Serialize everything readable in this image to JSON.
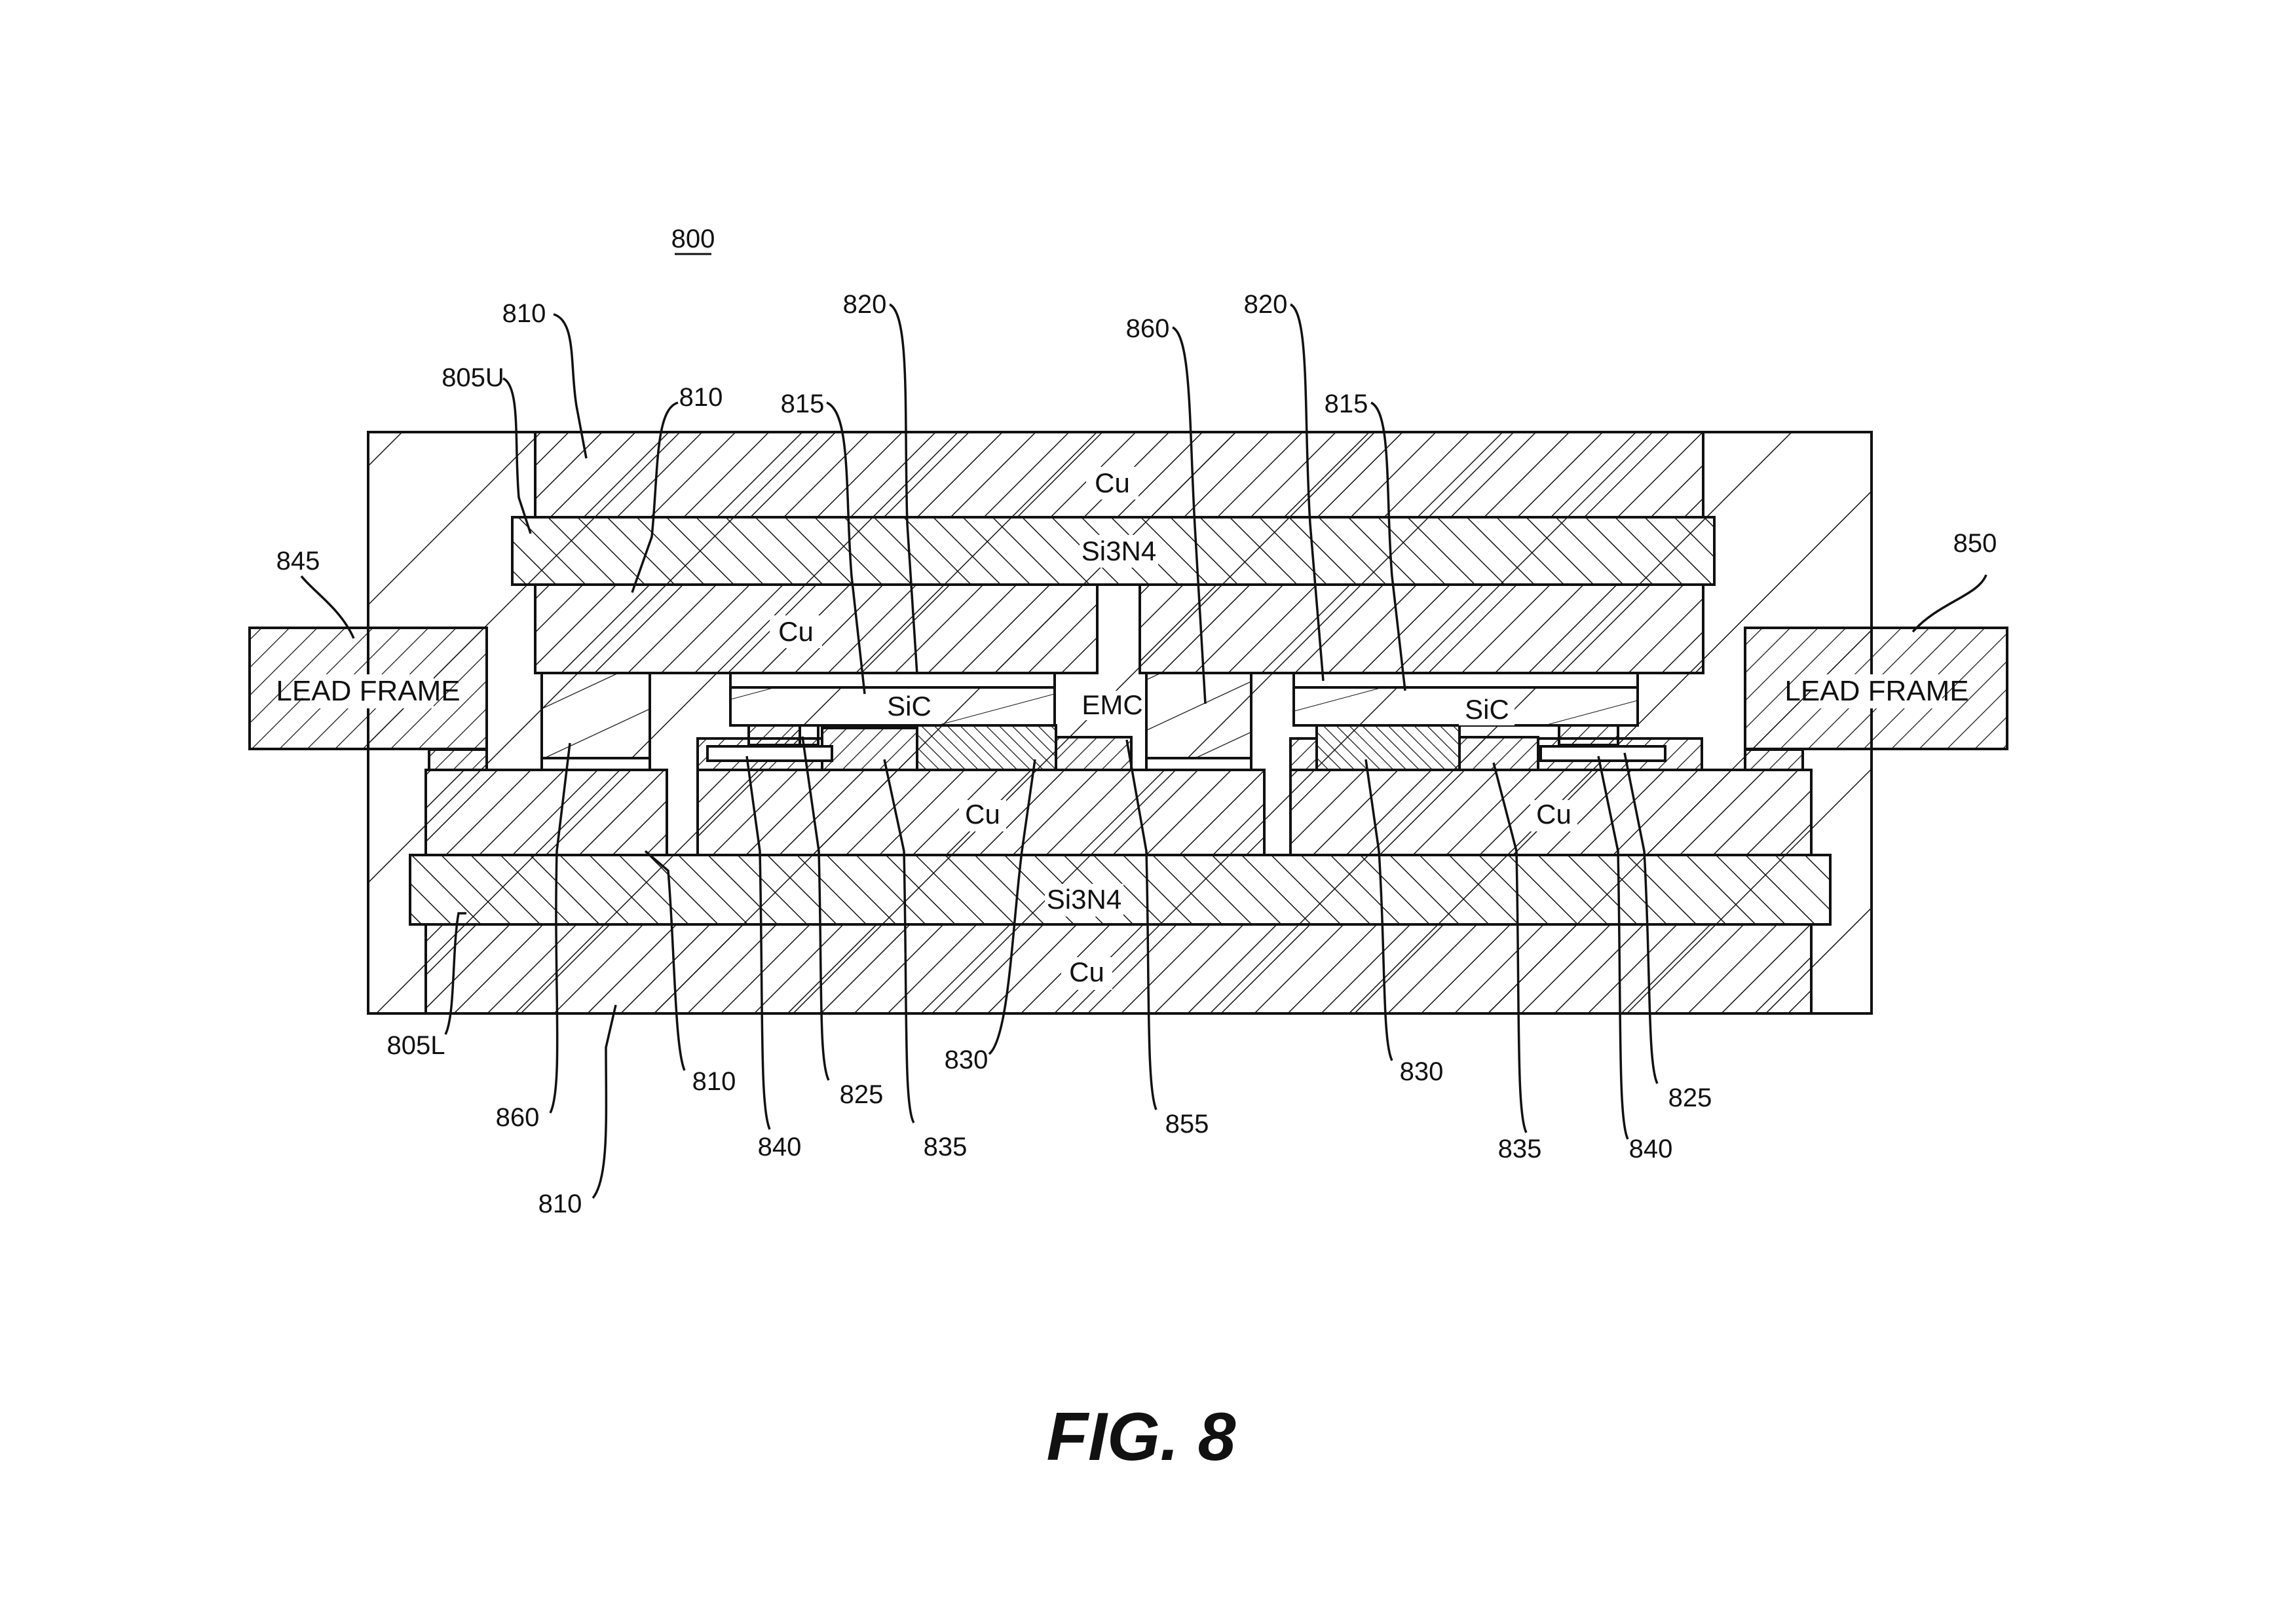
{
  "figure": {
    "ref": "800",
    "caption": "FIG. 8",
    "materials": {
      "cu": "Cu",
      "si3n4": "Si3N4",
      "sic": "SiC",
      "emc": "EMC",
      "lead_frame": "LEAD FRAME"
    },
    "labels": {
      "l810_a": "810",
      "l805u": "805U",
      "l810_b": "810",
      "l845": "845",
      "l815_a": "815",
      "l820_a": "820",
      "l860_top": "860",
      "l820_b": "820",
      "l815_b": "815",
      "l850": "850",
      "l805l": "805L",
      "l860_bot": "860",
      "l810_c": "810",
      "l810_d": "810",
      "l840_a": "840",
      "l825_a": "825",
      "l835_a": "835",
      "l830_a": "830",
      "l855": "855",
      "l830_b": "830",
      "l835_b": "835",
      "l840_b": "840",
      "l825_b": "825"
    }
  },
  "colors": {
    "line": "#111111",
    "background": "#ffffff"
  }
}
